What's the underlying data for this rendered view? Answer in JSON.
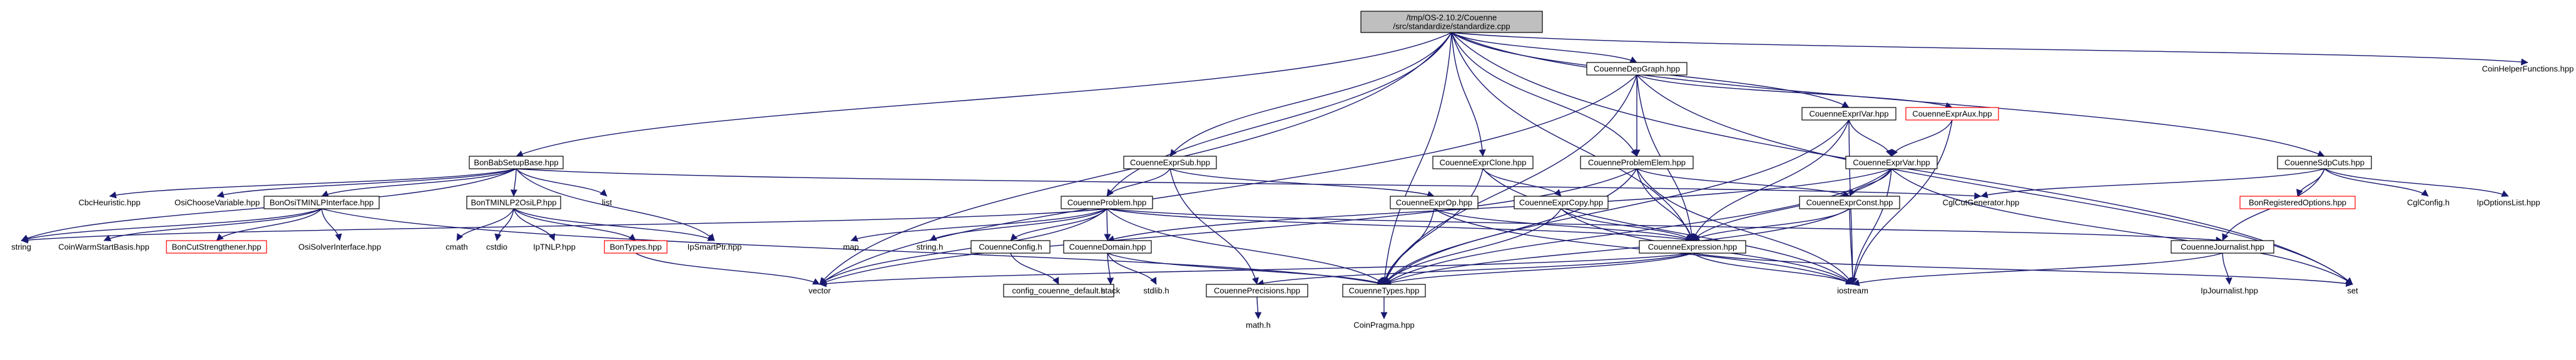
{
  "graph": {
    "colors": {
      "edge": "#191970",
      "border_normal": "#000000",
      "border_missing": "#ff0000",
      "fill_root": "#bfbfbf",
      "fill_normal": "#ffffff",
      "text": "#000000"
    },
    "nodes": [
      {
        "id": "root",
        "label": "/tmp/OS-2.10.2/Couenne\n/src/standardize/standardize.cpp",
        "style": "root"
      },
      {
        "id": "bonbab",
        "label": "BonBabSetupBase.hpp",
        "style": "normal"
      },
      {
        "id": "cbcheur",
        "label": "CbcHeuristic.hpp",
        "style": "plain"
      },
      {
        "id": "osichoose",
        "label": "OsiChooseVariable.hpp",
        "style": "plain"
      },
      {
        "id": "list",
        "label": "list",
        "style": "plain"
      },
      {
        "id": "bonositmi",
        "label": "BonOsiTMINLPInterface.hpp",
        "style": "normal"
      },
      {
        "id": "bontminlp2",
        "label": "BonTMINLP2OsiLP.hpp",
        "style": "normal"
      },
      {
        "id": "string",
        "label": "string",
        "style": "plain"
      },
      {
        "id": "coinwarm",
        "label": "CoinWarmStartBasis.hpp",
        "style": "plain"
      },
      {
        "id": "boncutstr",
        "label": "BonCutStrengthener.hpp",
        "style": "missing"
      },
      {
        "id": "osisolver",
        "label": "OsiSolverInterface.hpp",
        "style": "plain"
      },
      {
        "id": "cmath",
        "label": "cmath",
        "style": "plain"
      },
      {
        "id": "cstdio",
        "label": "cstdio",
        "style": "plain"
      },
      {
        "id": "iptnlp",
        "label": "IpTNLP.hpp",
        "style": "plain"
      },
      {
        "id": "bontypes",
        "label": "BonTypes.hpp",
        "style": "missing"
      },
      {
        "id": "ipsmartptr",
        "label": "IpSmartPtr.hpp",
        "style": "plain"
      },
      {
        "id": "vector",
        "label": "vector",
        "style": "plain"
      },
      {
        "id": "depgraph",
        "label": "CouenneDepGraph.hpp",
        "style": "normal"
      },
      {
        "id": "exprsub",
        "label": "CouenneExprSub.hpp",
        "style": "normal"
      },
      {
        "id": "problem",
        "label": "CouenneProblem.hpp",
        "style": "normal"
      },
      {
        "id": "map",
        "label": "map",
        "style": "plain"
      },
      {
        "id": "stringh",
        "label": "string.h",
        "style": "plain"
      },
      {
        "id": "config",
        "label": "CouenneConfig.h",
        "style": "normal"
      },
      {
        "id": "configdef",
        "label": "config_couenne_default.h",
        "style": "normal"
      },
      {
        "id": "domain",
        "label": "CouenneDomain.hpp",
        "style": "normal"
      },
      {
        "id": "stack",
        "label": "stack",
        "style": "plain"
      },
      {
        "id": "stdlib",
        "label": "stdlib.h",
        "style": "plain"
      },
      {
        "id": "precisions",
        "label": "CouennePrecisions.hpp",
        "style": "normal"
      },
      {
        "id": "mathh",
        "label": "math.h",
        "style": "plain"
      },
      {
        "id": "types",
        "label": "CouenneTypes.hpp",
        "style": "normal"
      },
      {
        "id": "coinpragma",
        "label": "CoinPragma.hpp",
        "style": "plain"
      },
      {
        "id": "exprclone",
        "label": "CouenneExprClone.hpp",
        "style": "normal"
      },
      {
        "id": "exprop",
        "label": "CouenneExprOp.hpp",
        "style": "normal"
      },
      {
        "id": "exprcopy",
        "label": "CouenneExprCopy.hpp",
        "style": "normal"
      },
      {
        "id": "probelem",
        "label": "CouenneProblemElem.hpp",
        "style": "normal"
      },
      {
        "id": "exprconst",
        "label": "CouenneExprConst.hpp",
        "style": "normal"
      },
      {
        "id": "expression",
        "label": "CouenneExpression.hpp",
        "style": "normal"
      },
      {
        "id": "exprvar1",
        "label": "CouenneExprIVar.hpp",
        "style": "normal"
      },
      {
        "id": "expraux",
        "label": "CouenneExprAux.hpp",
        "style": "missing"
      },
      {
        "id": "exprvar",
        "label": "CouenneExprVar.hpp",
        "style": "normal"
      },
      {
        "id": "cglcutgen",
        "label": "CglCutGenerator.hpp",
        "style": "plain"
      },
      {
        "id": "iostream",
        "label": "iostream",
        "style": "plain"
      },
      {
        "id": "journalist",
        "label": "CouenneJournalist.hpp",
        "style": "normal"
      },
      {
        "id": "ipjournalist",
        "label": "IpJournalist.hpp",
        "style": "plain"
      },
      {
        "id": "set",
        "label": "set",
        "style": "plain"
      },
      {
        "id": "sdpcuts",
        "label": "CouenneSdpCuts.hpp",
        "style": "normal"
      },
      {
        "id": "bonregopt",
        "label": "BonRegisteredOptions.hpp",
        "style": "missing"
      },
      {
        "id": "cglconfig",
        "label": "CglConfig.h",
        "style": "plain"
      },
      {
        "id": "ipoptlist",
        "label": "IpOptionsList.hpp",
        "style": "plain"
      },
      {
        "id": "coinhelper",
        "label": "CoinHelperFunctions.hpp",
        "style": "plain"
      }
    ],
    "edges": [
      [
        "root",
        "bonbab"
      ],
      [
        "root",
        "vector"
      ],
      [
        "root",
        "depgraph"
      ],
      [
        "root",
        "exprsub"
      ],
      [
        "root",
        "problem"
      ],
      [
        "root",
        "types"
      ],
      [
        "root",
        "exprclone"
      ],
      [
        "root",
        "probelem"
      ],
      [
        "root",
        "expression"
      ],
      [
        "root",
        "exprvar1"
      ],
      [
        "root",
        "sdpcuts"
      ],
      [
        "root",
        "set"
      ],
      [
        "root",
        "coinhelper"
      ],
      [
        "bonbab",
        "cbcheur"
      ],
      [
        "bonbab",
        "osichoose"
      ],
      [
        "bonbab",
        "list"
      ],
      [
        "bonbab",
        "bonositmi"
      ],
      [
        "bonbab",
        "bontminlp2"
      ],
      [
        "bonbab",
        "ipsmartptr"
      ],
      [
        "bonbab",
        "cglcutgen"
      ],
      [
        "bonbab",
        "string"
      ],
      [
        "bonositmi",
        "string"
      ],
      [
        "bonositmi",
        "coinwarm"
      ],
      [
        "bonositmi",
        "boncutstr"
      ],
      [
        "bonositmi",
        "osisolver"
      ],
      [
        "bonositmi",
        "types"
      ],
      [
        "bontminlp2",
        "cmath"
      ],
      [
        "bontminlp2",
        "cstdio"
      ],
      [
        "bontminlp2",
        "iptnlp"
      ],
      [
        "bontminlp2",
        "bontypes"
      ],
      [
        "bontminlp2",
        "ipsmartptr"
      ],
      [
        "bontypes",
        "vector"
      ],
      [
        "depgraph",
        "vector"
      ],
      [
        "depgraph",
        "probelem"
      ],
      [
        "depgraph",
        "types"
      ],
      [
        "depgraph",
        "expression"
      ],
      [
        "depgraph",
        "expraux"
      ],
      [
        "depgraph",
        "set"
      ],
      [
        "exprsub",
        "problem"
      ],
      [
        "exprsub",
        "precisions"
      ],
      [
        "exprsub",
        "exprop"
      ],
      [
        "problem",
        "string"
      ],
      [
        "problem",
        "map"
      ],
      [
        "problem",
        "stringh"
      ],
      [
        "problem",
        "config"
      ],
      [
        "problem",
        "domain"
      ],
      [
        "problem",
        "vector"
      ],
      [
        "problem",
        "types"
      ],
      [
        "problem",
        "expression"
      ],
      [
        "problem",
        "journalist"
      ],
      [
        "config",
        "configdef"
      ],
      [
        "domain",
        "stack"
      ],
      [
        "domain",
        "stdlib"
      ],
      [
        "domain",
        "types"
      ],
      [
        "precisions",
        "mathh"
      ],
      [
        "types",
        "coinpragma"
      ],
      [
        "exprclone",
        "exprcopy"
      ],
      [
        "exprclone",
        "types"
      ],
      [
        "exprclone",
        "iostream"
      ],
      [
        "exprop",
        "expression"
      ],
      [
        "exprop",
        "types"
      ],
      [
        "exprop",
        "iostream"
      ],
      [
        "exprcopy",
        "expression"
      ],
      [
        "exprcopy",
        "types"
      ],
      [
        "exprcopy",
        "iostream"
      ],
      [
        "probelem",
        "vector"
      ],
      [
        "probelem",
        "types"
      ],
      [
        "probelem",
        "expression"
      ],
      [
        "probelem",
        "exprconst"
      ],
      [
        "probelem",
        "iostream"
      ],
      [
        "exprvar1",
        "exprvar"
      ],
      [
        "exprvar1",
        "expression"
      ],
      [
        "exprvar1",
        "types"
      ],
      [
        "exprvar1",
        "iostream"
      ],
      [
        "expraux",
        "exprvar"
      ],
      [
        "expraux",
        "iostream"
      ],
      [
        "exprvar",
        "exprconst"
      ],
      [
        "exprvar",
        "expression"
      ],
      [
        "exprvar",
        "domain"
      ],
      [
        "exprvar",
        "types"
      ],
      [
        "exprvar",
        "iostream"
      ],
      [
        "exprvar",
        "set"
      ],
      [
        "exprconst",
        "expression"
      ],
      [
        "exprconst",
        "types"
      ],
      [
        "exprconst",
        "iostream"
      ],
      [
        "expression",
        "vector"
      ],
      [
        "expression",
        "types"
      ],
      [
        "expression",
        "precisions"
      ],
      [
        "expression",
        "iostream"
      ],
      [
        "expression",
        "set"
      ],
      [
        "journalist",
        "ipjournalist"
      ],
      [
        "journalist",
        "iostream"
      ],
      [
        "sdpcuts",
        "cglcutgen"
      ],
      [
        "sdpcuts",
        "journalist"
      ],
      [
        "sdpcuts",
        "bonregopt"
      ],
      [
        "sdpcuts",
        "cglconfig"
      ],
      [
        "sdpcuts",
        "ipoptlist"
      ]
    ]
  }
}
